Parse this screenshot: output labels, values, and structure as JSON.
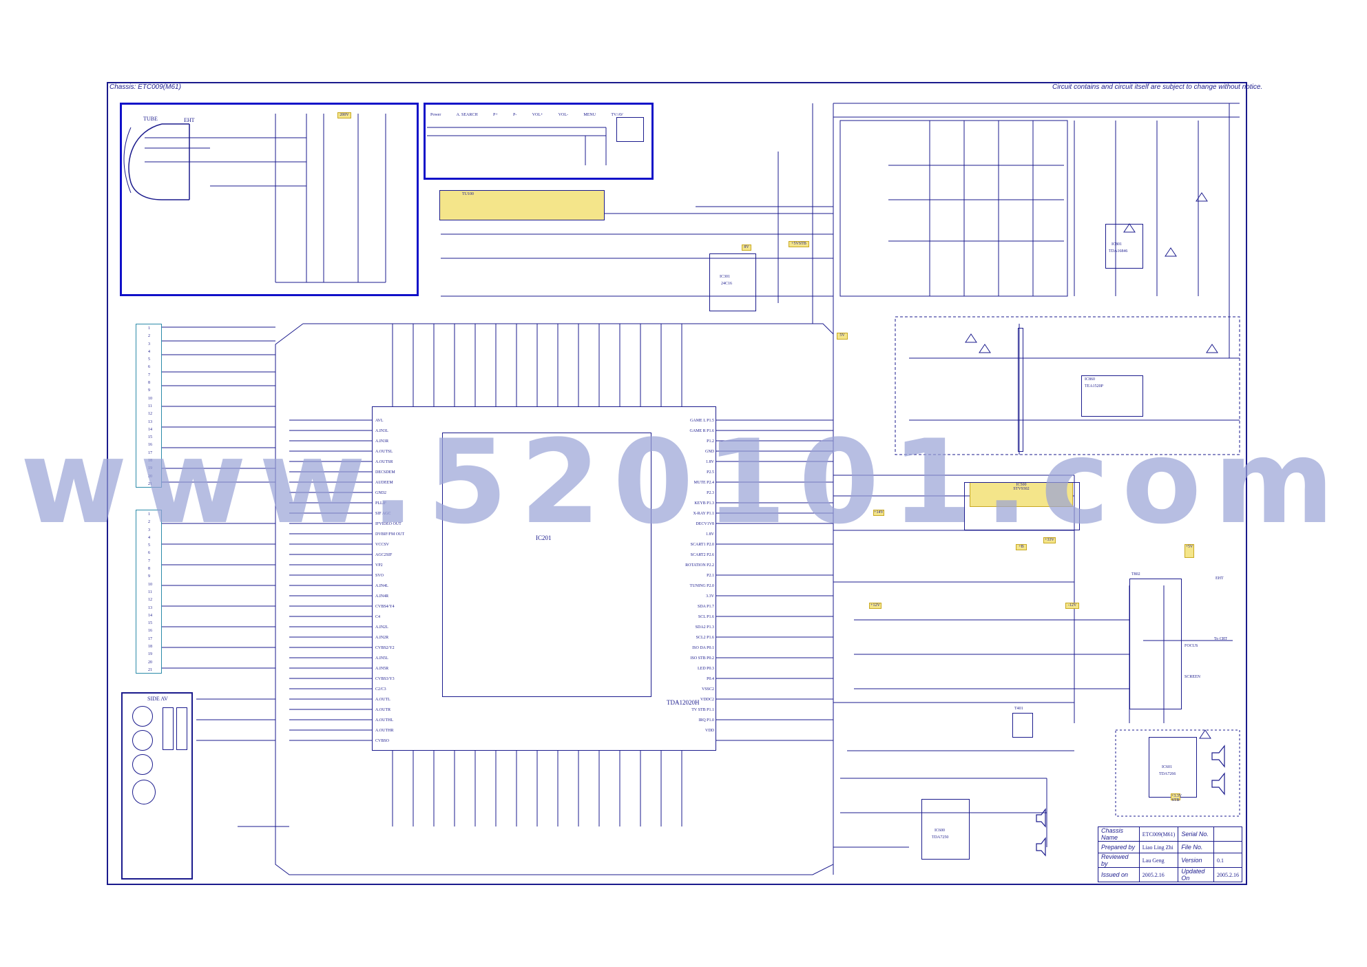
{
  "header": {
    "chassis": "Chassis: ETC009(M61)",
    "notice": "Circuit contains and circuit itself are subject to change without notice."
  },
  "watermark": "www.520101.com",
  "blocks": {
    "ic201_name": "IC201",
    "ic201_part": "TDA12020H",
    "tuner": "TU100",
    "eht": "EHT",
    "tube": "TUBE",
    "side_av": "SIDE AV",
    "ic301": "IC301",
    "ic301_part": "24C16",
    "ic860": "IC860",
    "ic860_part": "TEA1520P",
    "ic500": "IC500",
    "ic500_part": "STV9302",
    "ic600": "IC600",
    "ic600_part": "TDA7250",
    "ic601": "IC601",
    "ic601_part": "TDA7266",
    "ic801": "IC801",
    "ic801_part": "TDA16846",
    "t802": "T802",
    "t401": "T401",
    "focus": "FOCUS",
    "screen": "SCREEN",
    "to_crt": "To CRT"
  },
  "keys": [
    "Power",
    "A. SEARCH",
    "P+",
    "P-",
    "VOL+",
    "VOL-",
    "MENU",
    "TV/AV"
  ],
  "voltages": [
    "200V",
    "+5V",
    "+5VSTB",
    "+3.3V STB",
    "8V",
    "+B",
    "+14V",
    "+33V",
    "+12V",
    "-12V",
    "5V"
  ],
  "ic201_left_pins": [
    "AVL",
    "A.IN3L",
    "A.IN3R",
    "A.OUTSL",
    "A.OUTSR",
    "DECSDEM",
    "AUDEEM",
    "GND2",
    "PLLIF",
    "SIF AGC",
    "IFVIDEO OUT",
    "DVBIF/FM OUT",
    "VCCSV",
    "AGC2SIF",
    "VP2",
    "SVO",
    "A.IN4L",
    "A.IN4R",
    "CVBS4/Y4",
    "C4",
    "A.IN2L",
    "A.IN2R",
    "CVBS2/Y2",
    "A.IN5L",
    "A.IN5R",
    "CVBS3/Y3",
    "C2/C3",
    "A.OUTL",
    "A.OUTR",
    "A.OUTHL",
    "A.OUTHR",
    "CVBSO"
  ],
  "ic201_right_pins": [
    "GAME L P1.5",
    "GAME R P1.6",
    "P1.2",
    "GND",
    "1.8V",
    "P2.5",
    "MUTE P2.4",
    "P2.3",
    "KEYB P1.3",
    "X-RAY P1.1",
    "DECV1V8",
    "1.8V",
    "SCART1 P2.0",
    "SCART2 P2.6",
    "ROTATION P2.2",
    "P2.1",
    "TUNING P2.0",
    "3.3V",
    "SDA P1.7",
    "SCL P1.6",
    "SDA2 P1.3",
    "SCL2 P1.6",
    "ISO DA P0.1",
    "ISO STB P0.2",
    "LED P0.3",
    "P0.4",
    "VSSC2",
    "VDDC2",
    "TV STB P1.1",
    "IRQ P1.0",
    "VDD"
  ],
  "revision": {
    "chassis_name_label": "Chassis Name",
    "chassis_name": "ETC009(M61)",
    "serial_label": "Serial No.",
    "serial": "",
    "prepared_label": "Prepared by",
    "prepared": "Liao Ling Zhi",
    "file_label": "File No.",
    "file": "",
    "reviewed_label": "Reviewed by",
    "reviewed": "Lau Geng",
    "version_label": "Version",
    "version": "0.1",
    "issued_label": "Issued on",
    "issued": "2005.2.16",
    "updated_label": "Updated On",
    "updated": "2005.2.16"
  },
  "colors": {
    "ink": "#1a1a8c",
    "frame_blue": "#1010c8",
    "highlight_yellow": "#f4e58a",
    "watermark": "#9aa3d6"
  }
}
